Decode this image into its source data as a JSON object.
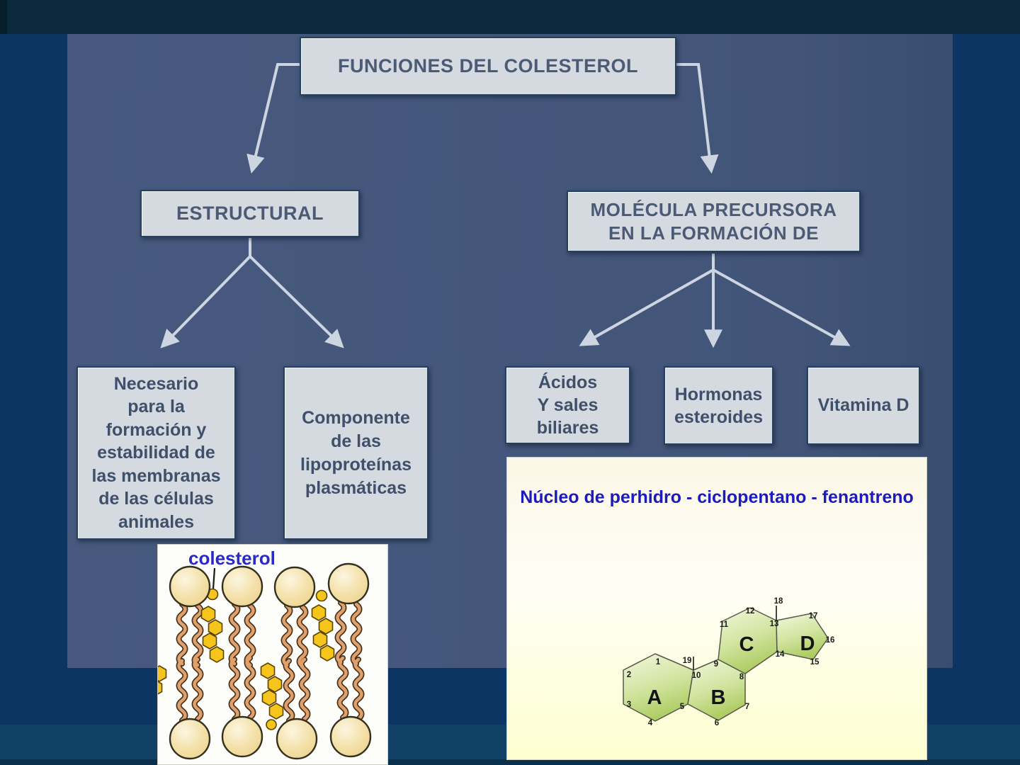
{
  "slide_theme": {
    "background_navy": "#0d3563",
    "top_bar": "#0b2b3d",
    "panel_slate": "#42557a",
    "box_fill": "#d5d9e0",
    "box_border": "#24405f",
    "arrow_color": "#ccd5e0",
    "steroid_panel_bg": "#feffd0",
    "steroid_green": "#b9d573",
    "title_blue": "#1b1bbe",
    "cholesterol_yellow": "#f6c51b"
  },
  "flowchart": {
    "root": "FUNCIONES DEL COLESTEROL",
    "structural": "ESTRUCTURAL",
    "precursor": "MOLÉCULA PRECURSORA\nEN LA FORMACIÓN DE",
    "children_structural": [
      "Necesario\npara la\nformación y\nestabilidad de\nlas membranas\nde las células\nanimales",
      "Componente\nde las\nlipoproteínas\nplasmáticas"
    ],
    "children_precursor": [
      "Ácidos\nY sales\nbiliares",
      "Hormonas\nesteroides",
      "Vitamina D"
    ]
  },
  "membrane_figure": {
    "label": "colesterol"
  },
  "steroid_figure": {
    "title": "Núcleo de perhidro - ciclopentano - fenantreno",
    "ring_labels": [
      "A",
      "B",
      "C",
      "D"
    ],
    "carbon_numbers": [
      "1",
      "2",
      "3",
      "4",
      "5",
      "6",
      "7",
      "8",
      "9",
      "10",
      "11",
      "12",
      "13",
      "14",
      "15",
      "16",
      "17",
      "18",
      "19"
    ]
  }
}
